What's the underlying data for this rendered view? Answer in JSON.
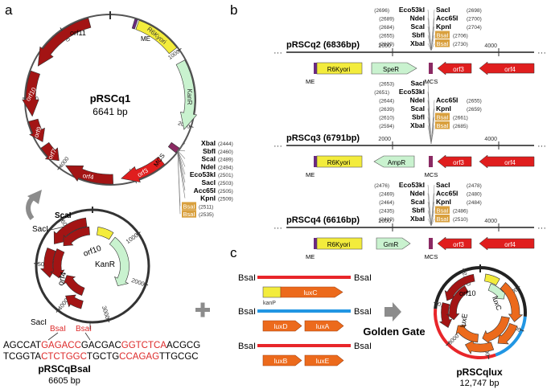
{
  "panels": {
    "a": "a",
    "b": "b",
    "c": "c"
  },
  "colors": {
    "dark_red": "#a31414",
    "red": "#e01e1e",
    "yellow": "#f3ec3c",
    "light_green": "#c9f2cf",
    "orange": "#ec6a1c",
    "gold": "#d9a03e",
    "purple": "#8b2a63",
    "blue": "#2196e3",
    "line_red": "#e8262a",
    "gray_arrow": "#8c8c8c",
    "highlight_red": "#dd2a2a"
  },
  "pRSCq1": {
    "name": "pRSCq1",
    "size": "6641 bp",
    "ticks": [
      "1000",
      "2000",
      "3000",
      "4000",
      "5000",
      "6000"
    ],
    "features": {
      "orf11": "orf11",
      "orf10": "orf10",
      "orf9": "orf9",
      "orf7": "orf7",
      "orf4": "orf4",
      "orf3": "orf3",
      "ME": "ME",
      "R6Kyori": "R6Kyori",
      "KanR": "KanR",
      "MCS": "MCS"
    },
    "mcs_sites": [
      {
        "name": "XbaI",
        "pos": "(2444)",
        "gold": false
      },
      {
        "name": "SbfI",
        "pos": "(2460)",
        "gold": false
      },
      {
        "name": "ScaI",
        "pos": "(2489)",
        "gold": false
      },
      {
        "name": "NdeI",
        "pos": "(2494)",
        "gold": false
      },
      {
        "name": "Eco53kI",
        "pos": "(2501)",
        "gold": false
      },
      {
        "name": "SacI",
        "pos": "(2503)",
        "gold": false
      },
      {
        "name": "Acc65I",
        "pos": "(2505)",
        "gold": false
      },
      {
        "name": "KpnI",
        "pos": "(2509)",
        "gold": false
      },
      {
        "name": "BsaI",
        "pos": "(2511)",
        "gold": true
      },
      {
        "name": "BsaI",
        "pos": "(2535)",
        "gold": true
      }
    ]
  },
  "pRSCqBsaI": {
    "name": "pRSCqBsaI",
    "size": "6605 bp",
    "ticks": [
      "1000",
      "2000",
      "3000",
      "4000",
      "5000",
      "6000"
    ],
    "labels": {
      "ScaI": "ScaI",
      "SacI_top": "SacI",
      "SacI_bottom": "SacI",
      "BsaI_1": "BsaI",
      "BsaI_2": "BsaI",
      "orf10": "orf10",
      "orf4": "orf4",
      "KanR": "KanR"
    },
    "seq_top": [
      {
        "t": "A",
        "hl": false
      },
      {
        "t": "GCCAT",
        "hl": false
      },
      {
        "t": "GAGACC",
        "hl": true
      },
      {
        "t": "GACGAC",
        "hl": false
      },
      {
        "t": "GGTCTCA",
        "hl": true
      },
      {
        "t": "ACGCG",
        "hl": false
      }
    ],
    "seq_bottom": [
      {
        "t": "TCGGTA",
        "hl": false
      },
      {
        "t": "CTCTGGC",
        "hl": true
      },
      {
        "t": "TGCTG",
        "hl": false
      },
      {
        "t": "CCAGAG",
        "hl": true
      },
      {
        "t": "TTGCGC",
        "hl": false
      }
    ]
  },
  "plasmids_b": [
    {
      "name": "pRSCq2 (6836bp)",
      "marker": "SpeR",
      "ticks": [
        "2000",
        "4000"
      ],
      "sites": [
        {
          "name": "Eco53kI",
          "pos": "(2696)",
          "side": "left"
        },
        {
          "name": "NdeI",
          "pos": "(2689)",
          "side": "left"
        },
        {
          "name": "ScaI",
          "pos": "(2684)",
          "side": "left"
        },
        {
          "name": "SbfI",
          "pos": "(2655)",
          "side": "left"
        },
        {
          "name": "XbaI",
          "pos": "(2639)",
          "side": "left"
        },
        {
          "name": "SacI",
          "pos": "(2698)",
          "side": "right"
        },
        {
          "name": "Acc65I",
          "pos": "(2700)",
          "side": "right"
        },
        {
          "name": "KpnI",
          "pos": "(2704)",
          "side": "right"
        },
        {
          "name": "BsaI",
          "pos": "(2706)",
          "side": "right",
          "gold": true
        },
        {
          "name": "BsaI",
          "pos": "(2730)",
          "side": "right",
          "gold": true
        }
      ]
    },
    {
      "name": "pRSCq3 (6791bp)",
      "marker": "AmpR",
      "ticks": [
        "2000",
        "4000"
      ],
      "sites": [
        {
          "name": "SacI",
          "pos": "(2653)",
          "side": "left"
        },
        {
          "name": "Eco53kI",
          "pos": "(2651)",
          "side": "left"
        },
        {
          "name": "NdeI",
          "pos": "(2644)",
          "side": "left"
        },
        {
          "name": "ScaI",
          "pos": "(2639)",
          "side": "left"
        },
        {
          "name": "SbfI",
          "pos": "(2610)",
          "side": "left"
        },
        {
          "name": "XbaI",
          "pos": "(2594)",
          "side": "left"
        },
        {
          "name": "Acc65I",
          "pos": "(2655)",
          "side": "right"
        },
        {
          "name": "KpnI",
          "pos": "(2659)",
          "side": "right"
        },
        {
          "name": "BsaI",
          "pos": "(2661)",
          "side": "right",
          "gold": true
        },
        {
          "name": "BsaI",
          "pos": "(2685)",
          "side": "right",
          "gold": true
        }
      ]
    },
    {
      "name": "pRSCq4 (6616bp)",
      "marker": "GmR",
      "ticks": [
        "2000",
        "4000"
      ],
      "sites": [
        {
          "name": "Eco53kI",
          "pos": "(2476)",
          "side": "left"
        },
        {
          "name": "NdeI",
          "pos": "(2469)",
          "side": "left"
        },
        {
          "name": "ScaI",
          "pos": "(2464)",
          "side": "left"
        },
        {
          "name": "SbfI",
          "pos": "(2435)",
          "side": "left"
        },
        {
          "name": "XbaI",
          "pos": "(2419)",
          "side": "left"
        },
        {
          "name": "SacI",
          "pos": "(2478)",
          "side": "right"
        },
        {
          "name": "Acc65I",
          "pos": "(2480)",
          "side": "right"
        },
        {
          "name": "KpnI",
          "pos": "(2484)",
          "side": "right"
        },
        {
          "name": "BsaI",
          "pos": "(2486)",
          "side": "right",
          "gold": true
        },
        {
          "name": "BsaI",
          "pos": "(2510)",
          "side": "right",
          "gold": true
        }
      ]
    }
  ],
  "b_common": {
    "R6Kyori": "R6Kyori",
    "orf3": "orf3",
    "orf4": "orf4",
    "ME": "ME",
    "MCS": "MCS",
    "dots": "···"
  },
  "panel_c": {
    "fragments": [
      {
        "left": "BsaI",
        "right": "BsaI",
        "genes": [
          "luxC"
        ],
        "promoter": "kanP"
      },
      {
        "left": "BsaI",
        "right": "BsaI",
        "genes": [
          "luxD",
          "luxA"
        ]
      },
      {
        "left": "BsaI",
        "right": "BsaI",
        "genes": [
          "luxB",
          "luxE"
        ]
      }
    ],
    "golden_gate": "Golden Gate",
    "product": {
      "name": "pRSCqlux",
      "size": "12,747 bp",
      "ticks": [
        "2000",
        "4000",
        "6000",
        "8000",
        "10,000",
        "12,000"
      ],
      "labels": {
        "orf10": "orf10",
        "luxC": "luxC",
        "luxE": "luxE"
      }
    }
  }
}
